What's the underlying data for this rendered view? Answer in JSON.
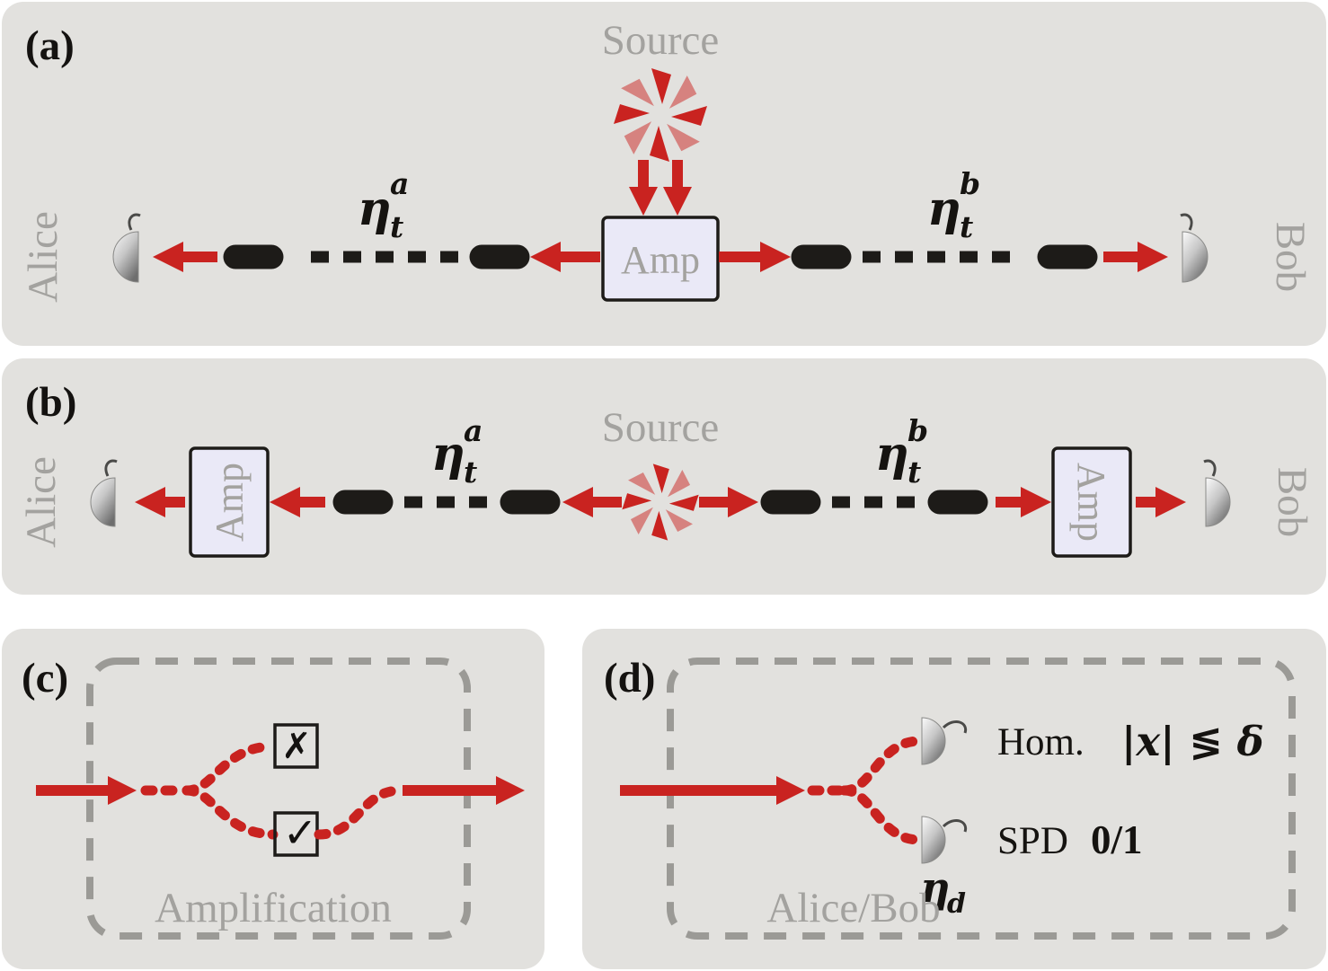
{
  "colors": {
    "panel_bg": "#e2e1de",
    "beam_red": "#c92320",
    "gray_text": "#a3a29f",
    "amp_fill": "#eae9f7",
    "fiber_black": "#1d1b18",
    "dashed_border": "#9b9a96"
  },
  "panels": {
    "a": {
      "label": "(a)",
      "source": "Source",
      "alice": "Alice",
      "bob": "Bob",
      "amp": "Amp",
      "eta_left": {
        "base": "η",
        "sub": "t",
        "sup": "a"
      },
      "eta_right": {
        "base": "η",
        "sub": "t",
        "sup": "b"
      }
    },
    "b": {
      "label": "(b)",
      "source": "Source",
      "alice": "Alice",
      "bob": "Bob",
      "amp_left": "Amp",
      "amp_right": "Amp",
      "eta_left": {
        "base": "η",
        "sub": "t",
        "sup": "a"
      },
      "eta_right": {
        "base": "η",
        "sub": "t",
        "sup": "b"
      }
    },
    "c": {
      "label": "(c)",
      "caption": "Amplification",
      "reject_mark": "✗",
      "accept_mark": "✓"
    },
    "d": {
      "label": "(d)",
      "caption": "Alice/Bob",
      "hom_label": "Hom.",
      "hom_condition": "|x| ≶ δ",
      "spd_label": "SPD",
      "spd_value": "0/1",
      "eta_d": {
        "base": "η",
        "sub": "d"
      }
    }
  }
}
